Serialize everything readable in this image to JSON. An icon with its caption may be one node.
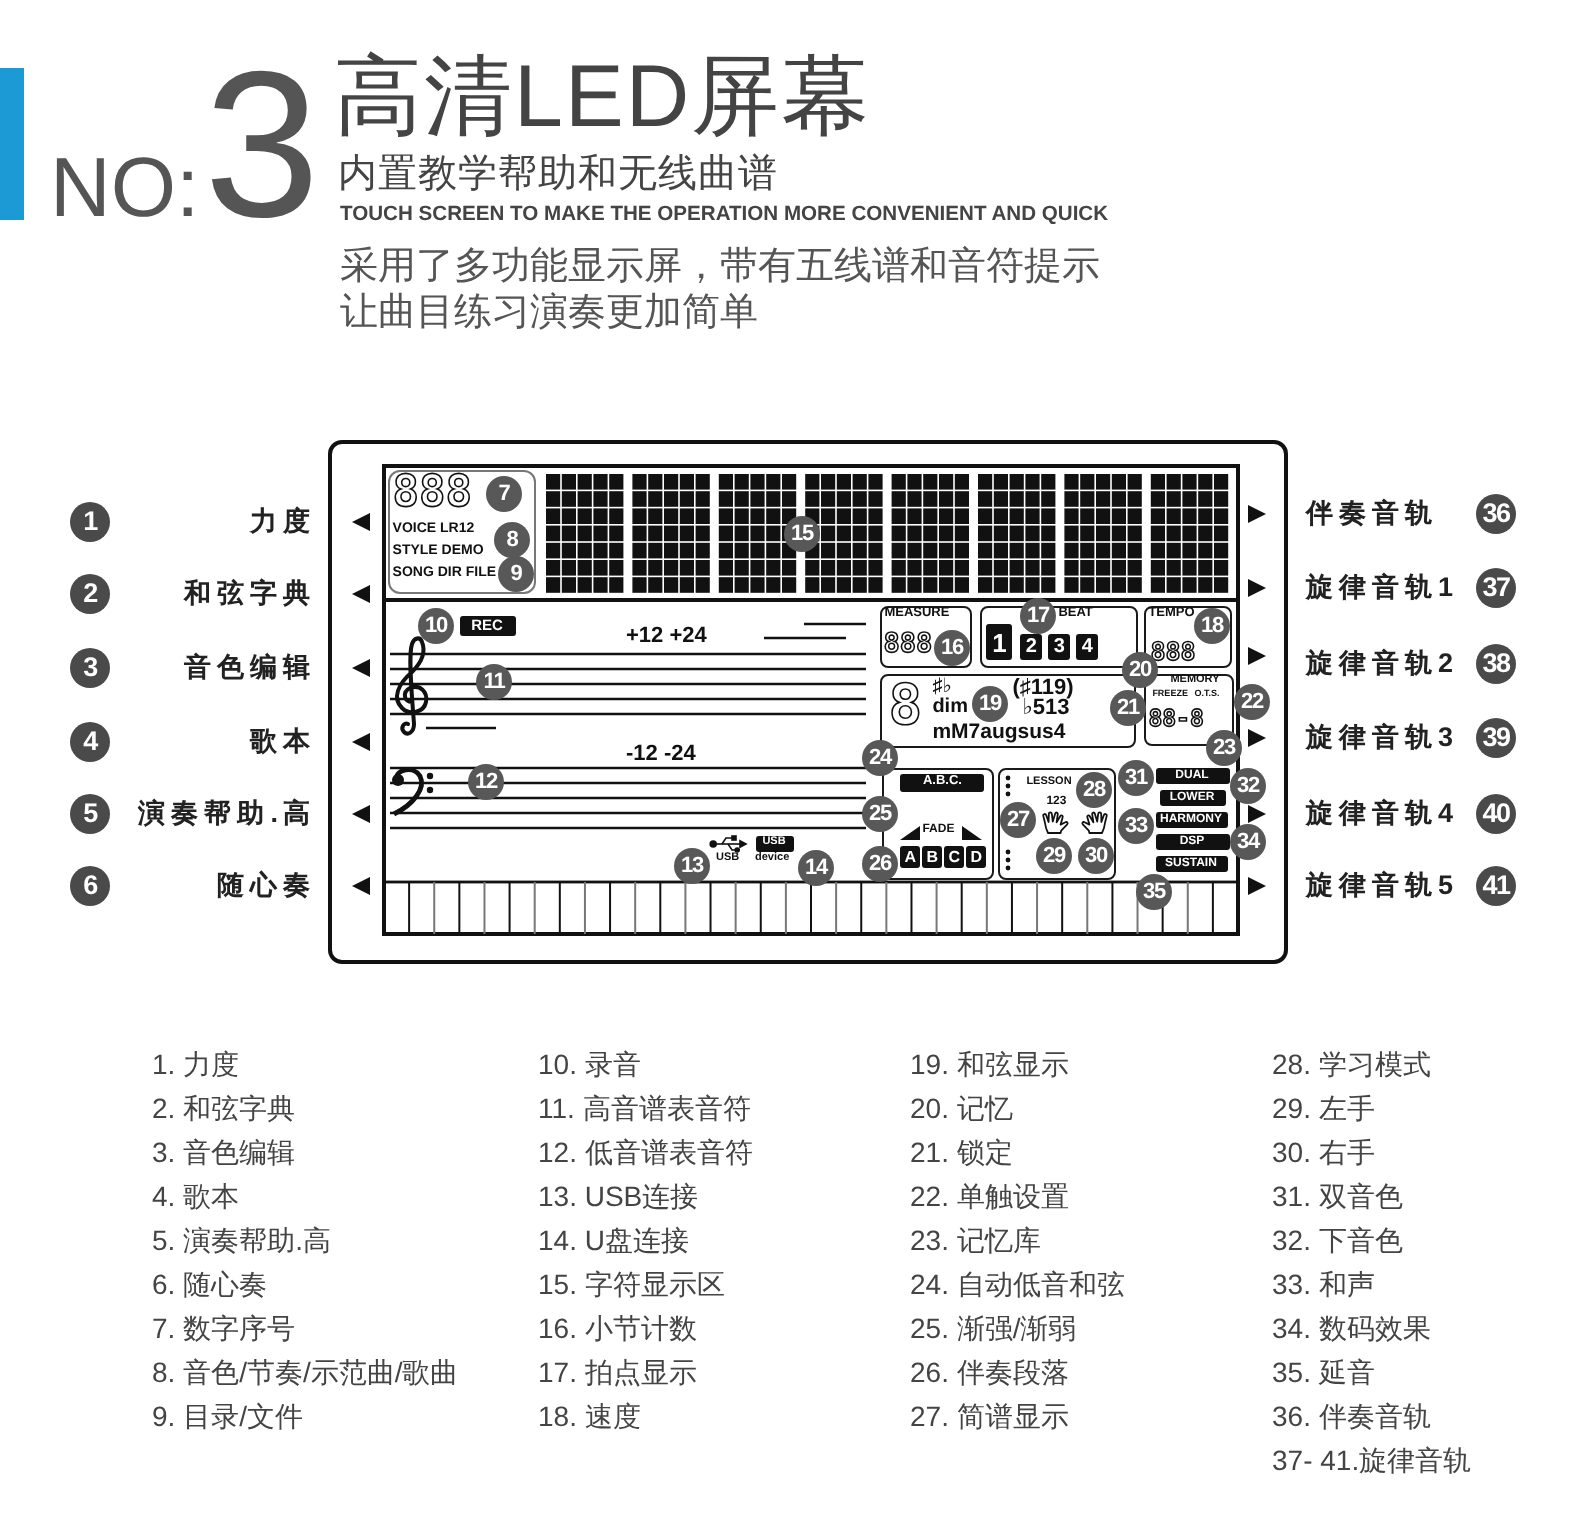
{
  "diagram": {
    "title": "高清LED屏幕",
    "nodes": [
      {
        "text": [],
        "shape": "box"
      },
      {
        "text": [
          "888",
          "VOICE LR12",
          "STYLE DEMO",
          "SONG DIR FILE"
        ],
        "in": 0
      },
      {
        "text": [
          "REC"
        ],
        "in": 0
      },
      {
        "text": [
          "MEASURE",
          "888"
        ],
        "in": 0
      },
      {
        "text": [
          "BEAT"
        ],
        "in": 0
      },
      {
        "text": [
          "1"
        ],
        "in": 4
      },
      {
        "text": [
          "2"
        ],
        "in": 4
      },
      {
        "text": [
          "3"
        ],
        "in": 4
      },
      {
        "text": [
          "4"
        ],
        "in": 4
      },
      {
        "text": [
          "TEMPO",
          "888"
        ],
        "in": 0
      },
      {
        "text": [
          "8",
          "♯♭",
          "dim",
          "(♯119)",
          "♭513",
          "mM7augsus4"
        ],
        "in": 0
      },
      {
        "text": [
          "MEMORY",
          "FREEZE",
          "O.T.S.",
          "88-8"
        ],
        "in": 0
      },
      {
        "text": [
          "FADE"
        ],
        "in": 0
      },
      {
        "text": [
          "A.B.C."
        ],
        "in": 12
      },
      {
        "text": [
          "A"
        ],
        "in": 12
      },
      {
        "text": [
          "B"
        ],
        "in": 12
      },
      {
        "text": [
          "C"
        ],
        "in": 12
      },
      {
        "text": [
          "D"
        ],
        "in": 12
      },
      {
        "text": [
          "LESSON",
          "123"
        ],
        "in": 0
      },
      {
        "text": [
          "DUAL"
        ],
        "in": 0
      },
      {
        "text": [
          "LOWER"
        ],
        "in": 0
      },
      {
        "text": [
          "HARMONY"
        ],
        "in": 0
      },
      {
        "text": [
          "DSP"
        ],
        "in": 0
      },
      {
        "text": [
          "SUSTAIN"
        ],
        "in": 0
      },
      {
        "text": [
          "USB"
        ],
        "in": 0,
        "beside": [
          "device"
        ]
      }
    ],
    "labels": [
      "NO:",
      "3",
      "内置教学帮助和无线曲谱",
      "TOUCH SCREEN TO MAKE THE OPERATION MORE CONVENIENT AND QUICK",
      "采用了多功能显示屏，带有五线谱和音符提示让曲目练习演奏更加简单",
      "1",
      "力度",
      "伴奏音轨",
      "36",
      "2",
      "和弦字典",
      "旋律音轨1",
      "37",
      "3",
      "音色编辑",
      "旋律音轨2",
      "38",
      "4",
      "歌本",
      "旋律音轨3",
      "39",
      "5",
      "演奏帮助.高",
      "旋律音轨4",
      "40",
      "6",
      "随心奏",
      "旋律音轨5",
      "41",
      "7",
      "8",
      "9",
      "10",
      "11",
      "12",
      "13",
      "14",
      "15",
      "16",
      "17",
      "18",
      "19",
      "20",
      "21",
      "22",
      "23",
      "24",
      "25",
      "26",
      "27",
      "28",
      "29",
      "30",
      "31",
      "32",
      "33",
      "34",
      "35",
      "+12 +24",
      "-12 -24",
      "USB",
      "1. 力度",
      "2. 和弦字典",
      "3. 音色编辑",
      "4. 歌本",
      "5. 演奏帮助.高",
      "6. 随心奏",
      "7. 数字序号",
      "8. 音色/节奏/示范曲/歌曲",
      "9. 目录/文件",
      "10. 录音",
      "11. 高音谱表音符",
      "12. 低音谱表音符",
      "13. USB连接",
      "14. U盘连接",
      "15. 字符显示区",
      "16. 小节计数",
      "17. 拍点显示",
      "18. 速度",
      "19. 和弦显示",
      "20. 记忆",
      "21. 锁定",
      "22. 单触设置",
      "23. 记忆库",
      "24. 自动低音和弦",
      "25. 渐强/渐弱",
      "26. 伴奏段落",
      "27. 简谱显示",
      "28. 学习模式",
      "29. 左手",
      "30. 右手",
      "31. 双音色",
      "32. 下音色",
      "33. 和声",
      "34. 数码效果",
      "35. 延音",
      "36. 伴奏音轨",
      "37- 41.旋律音轨"
    ]
  }
}
